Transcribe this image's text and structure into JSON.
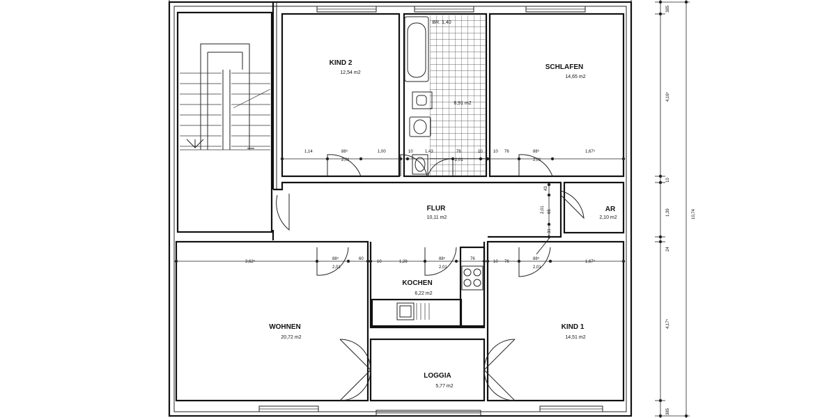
{
  "rooms": [
    {
      "id": "kind2",
      "name": "KIND 2",
      "area": "12,54 m2"
    },
    {
      "id": "schlafen",
      "name": "SCHLAFEN",
      "area": "14,65 m2"
    },
    {
      "id": "bad",
      "name": "",
      "area": "6,91 m2"
    },
    {
      "id": "flur",
      "name": "FLUR",
      "area": "10,11 m2"
    },
    {
      "id": "ar",
      "name": "AR",
      "area": "2,10 m2"
    },
    {
      "id": "kochen",
      "name": "KOCHEN",
      "area": "6,22 m2"
    },
    {
      "id": "wohnen",
      "name": "WOHNEN",
      "area": "20,72 m2"
    },
    {
      "id": "kind1",
      "name": "KIND 1",
      "area": "14,51 m2"
    },
    {
      "id": "loggia",
      "name": "LOGGIA",
      "area": "5,77 m2"
    }
  ],
  "bath_label": "BR. 1,40",
  "dims_upper": [
    "1,14",
    "88⁵",
    "2,01",
    "1,00",
    "10",
    "1,43",
    "76",
    "2,01",
    "10",
    "10",
    "76",
    "88⁵",
    "2,01",
    "1,67⁵"
  ],
  "dims_lower": [
    "3,62⁵",
    "88⁵",
    "2,01",
    "60",
    "10",
    "1,28",
    "88⁵",
    "2,01",
    "76",
    "10",
    "76",
    "88⁵",
    "2,01",
    "1,67⁵"
  ],
  "dims_flur": [
    "43",
    "65",
    "2,01",
    "31"
  ],
  "dims_right": [
    "385",
    "4,16⁵",
    "10",
    "1,39",
    "24",
    "4,17⁵",
    "385"
  ],
  "dim_total": "10,74"
}
